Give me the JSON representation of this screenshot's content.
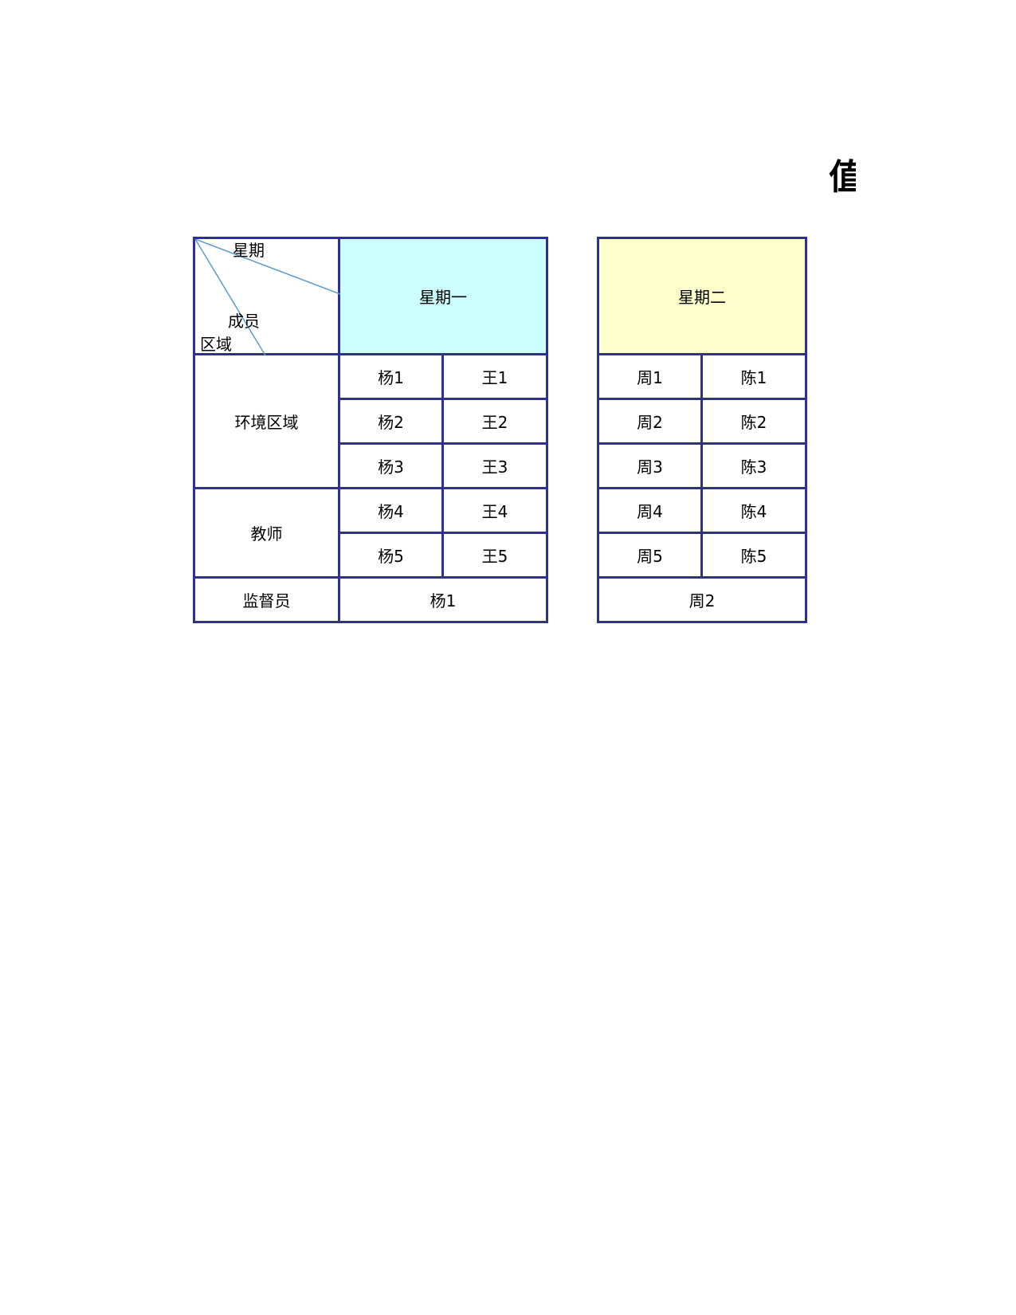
{
  "title_fragment": "值",
  "corner": {
    "top": "星期",
    "middle": "成员",
    "bottom": "区域"
  },
  "sections": {
    "environment": "环境区域",
    "teacher": "教师",
    "supervisor": "监督员"
  },
  "colors": {
    "border": "#2e3192",
    "diagonal": "#5b9bd5",
    "monday_header": "#ccffff",
    "tuesday_header": "#ffffcc"
  },
  "monday": {
    "header": "星期一",
    "rows": [
      [
        "杨1",
        "王1"
      ],
      [
        "杨2",
        "王2"
      ],
      [
        "杨3",
        "王3"
      ],
      [
        "杨4",
        "王4"
      ],
      [
        "杨5",
        "王5"
      ]
    ],
    "supervisor": "杨1"
  },
  "tuesday": {
    "header": "星期二",
    "rows": [
      [
        "周1",
        "陈1"
      ],
      [
        "周2",
        "陈2"
      ],
      [
        "周3",
        "陈3"
      ],
      [
        "周4",
        "陈4"
      ],
      [
        "周5",
        "陈5"
      ]
    ],
    "supervisor": "周2"
  }
}
